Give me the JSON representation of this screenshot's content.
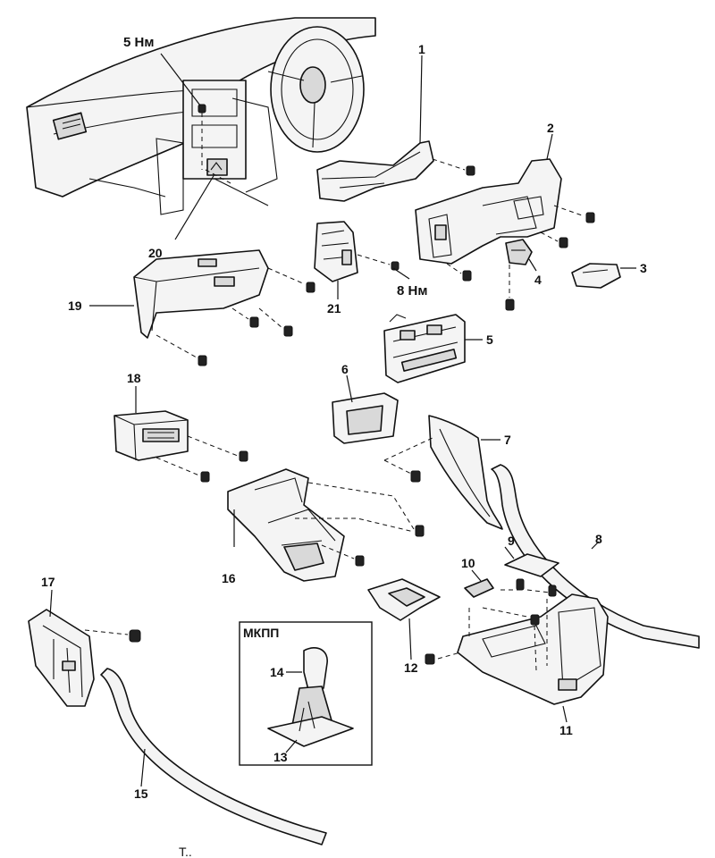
{
  "labels": {
    "p1": "1",
    "p2": "2",
    "p3": "3",
    "p4": "4",
    "p5": "5",
    "p6": "6",
    "p7": "7",
    "p8": "8",
    "p9": "9",
    "p10": "10",
    "p11": "11",
    "p12": "12",
    "p13": "13",
    "p14": "14",
    "p15": "15",
    "p16": "16",
    "p17": "17",
    "p18": "18",
    "p19": "19",
    "p20": "20",
    "p21": "21"
  },
  "torques": {
    "t1": "5 Нм",
    "t2": "8 Нм"
  },
  "inset": {
    "title": "МКПП"
  },
  "caption": "Т.."
}
